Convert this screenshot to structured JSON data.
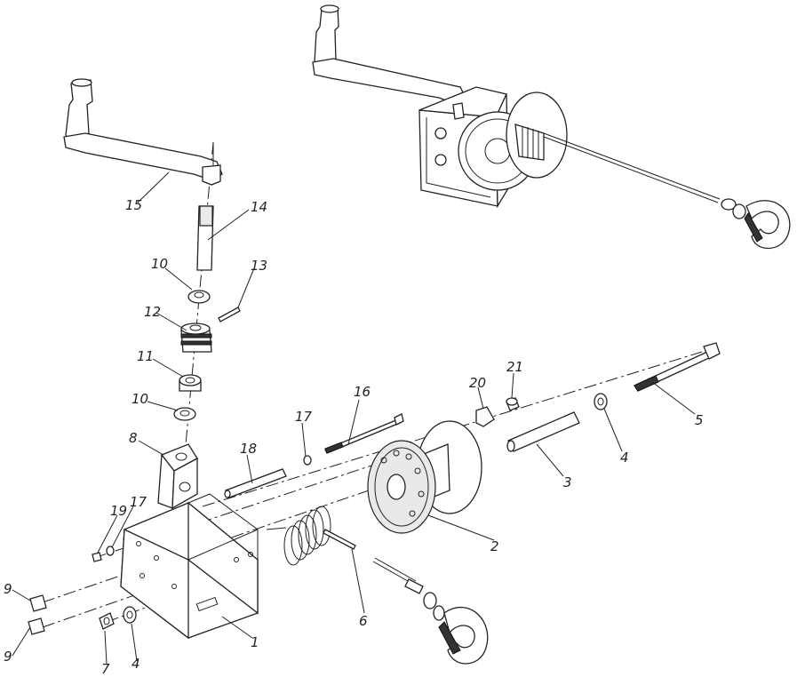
{
  "callouts": [
    {
      "id": "c15",
      "text": "15"
    },
    {
      "id": "c14",
      "text": "14"
    },
    {
      "id": "c13",
      "text": "13"
    },
    {
      "id": "c12",
      "text": "12"
    },
    {
      "id": "c11",
      "text": "11"
    },
    {
      "id": "c10a",
      "text": "10"
    },
    {
      "id": "c10b",
      "text": "10"
    },
    {
      "id": "c8",
      "text": "8"
    },
    {
      "id": "c18",
      "text": "18"
    },
    {
      "id": "c17a",
      "text": "17"
    },
    {
      "id": "c16",
      "text": "16"
    },
    {
      "id": "c20",
      "text": "20"
    },
    {
      "id": "c21",
      "text": "21"
    },
    {
      "id": "c4a",
      "text": "4"
    },
    {
      "id": "c5",
      "text": "5"
    },
    {
      "id": "c3",
      "text": "3"
    },
    {
      "id": "c2",
      "text": "2"
    },
    {
      "id": "c6",
      "text": "6"
    },
    {
      "id": "c19",
      "text": "19"
    },
    {
      "id": "c17b",
      "text": "17"
    },
    {
      "id": "c9a",
      "text": "9"
    },
    {
      "id": "c9b",
      "text": "9"
    },
    {
      "id": "c7",
      "text": "7"
    },
    {
      "id": "c4b",
      "text": "4"
    },
    {
      "id": "c1",
      "text": "1"
    }
  ]
}
